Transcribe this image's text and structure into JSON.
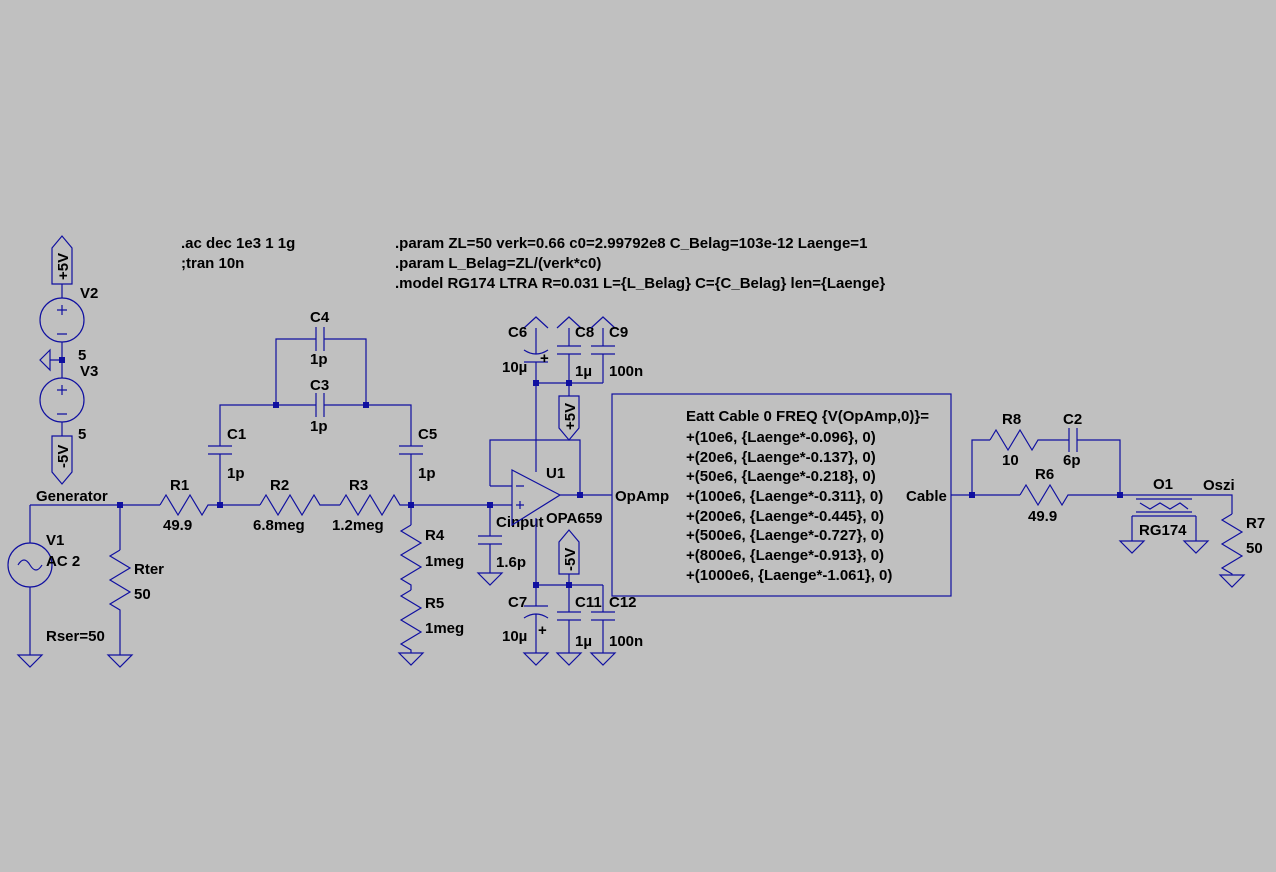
{
  "directives": {
    "ac": ".ac dec 1e3 1 1g",
    "tran": ";tran 10n",
    "param1": ".param ZL=50 verk=0.66 c0=2.99792e8 C_Belag=103e-12 Laenge=1",
    "param2": ".param L_Belag=ZL/(verk*c0)",
    "model": ".model RG174 LTRA R=0.031 L={L_Belag} C={C_Belag} len={Laenge}"
  },
  "supply_labels": {
    "p5v": "+5V",
    "m5v": "-5V"
  },
  "parts": {
    "V2": {
      "name": "V2",
      "value": "5"
    },
    "V3": {
      "name": "V3",
      "value": "5"
    },
    "V1": {
      "name": "V1",
      "value": "AC 2",
      "rser": "Rser=50"
    },
    "Rter": {
      "name": "Rter",
      "value": "50"
    },
    "R1": {
      "name": "R1",
      "value": "49.9"
    },
    "R2": {
      "name": "R2",
      "value": "6.8meg"
    },
    "R3": {
      "name": "R3",
      "value": "1.2meg"
    },
    "R4": {
      "name": "R4",
      "value": "1meg"
    },
    "R5": {
      "name": "R5",
      "value": "1meg"
    },
    "C1": {
      "name": "C1",
      "value": "1p"
    },
    "C3": {
      "name": "C3",
      "value": "1p"
    },
    "C4": {
      "name": "C4",
      "value": "1p"
    },
    "C5": {
      "name": "C5",
      "value": "1p"
    },
    "Cinput": {
      "name": "Cinput",
      "value": "1.6p"
    },
    "C6": {
      "name": "C6",
      "value": "10µ"
    },
    "C8": {
      "name": "C8",
      "value": "1µ"
    },
    "C9": {
      "name": "C9",
      "value": "100n"
    },
    "C7": {
      "name": "C7",
      "value": "10µ"
    },
    "C11": {
      "name": "C11",
      "value": "1µ"
    },
    "C12": {
      "name": "C12",
      "value": "100n"
    },
    "U1": {
      "name": "U1",
      "value": "OPA659"
    },
    "R8": {
      "name": "R8",
      "value": "10"
    },
    "C2": {
      "name": "C2",
      "value": "6p"
    },
    "R6": {
      "name": "R6",
      "value": "49.9"
    },
    "O1": {
      "name": "O1",
      "value": "RG174"
    },
    "R7": {
      "name": "R7",
      "value": "50"
    }
  },
  "nets": {
    "generator": "Generator",
    "opamp": "OpAmp",
    "cable": "Cable",
    "oszi": "Oszi"
  },
  "eatt": {
    "header": "Eatt Cable 0  FREQ {V(OpAmp,0)}=",
    "rows": [
      "+(10e6, {Laenge*-0.096}, 0)",
      "+(20e6, {Laenge*-0.137}, 0)",
      "+(50e6, {Laenge*-0.218}, 0)",
      "+(100e6, {Laenge*-0.311}, 0)",
      "+(200e6, {Laenge*-0.445}, 0)",
      "+(500e6, {Laenge*-0.727}, 0)",
      "+(800e6, {Laenge*-0.913}, 0)",
      "+(1000e6, {Laenge*-1.061}, 0)"
    ]
  }
}
